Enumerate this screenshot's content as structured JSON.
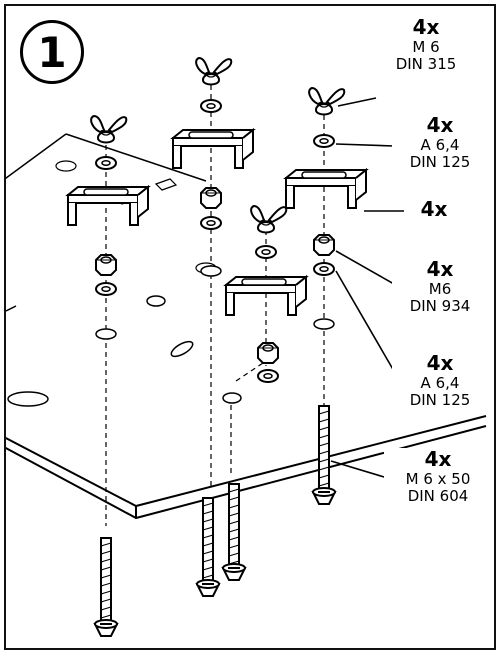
{
  "step_number": "1",
  "callouts": [
    {
      "qty": "4x",
      "line1": "M 6",
      "line2": "DIN 315"
    },
    {
      "qty": "4x",
      "line1": "A 6,4",
      "line2": "DIN 125"
    },
    {
      "qty": "4x"
    },
    {
      "qty": "4x",
      "line1": "M6",
      "line2": "DIN 934"
    },
    {
      "qty": "4x",
      "line1": "A 6,4",
      "line2": "DIN 125"
    },
    {
      "qty": "4x",
      "line1": "M 6 x 50",
      "line2": "DIN 604"
    }
  ]
}
